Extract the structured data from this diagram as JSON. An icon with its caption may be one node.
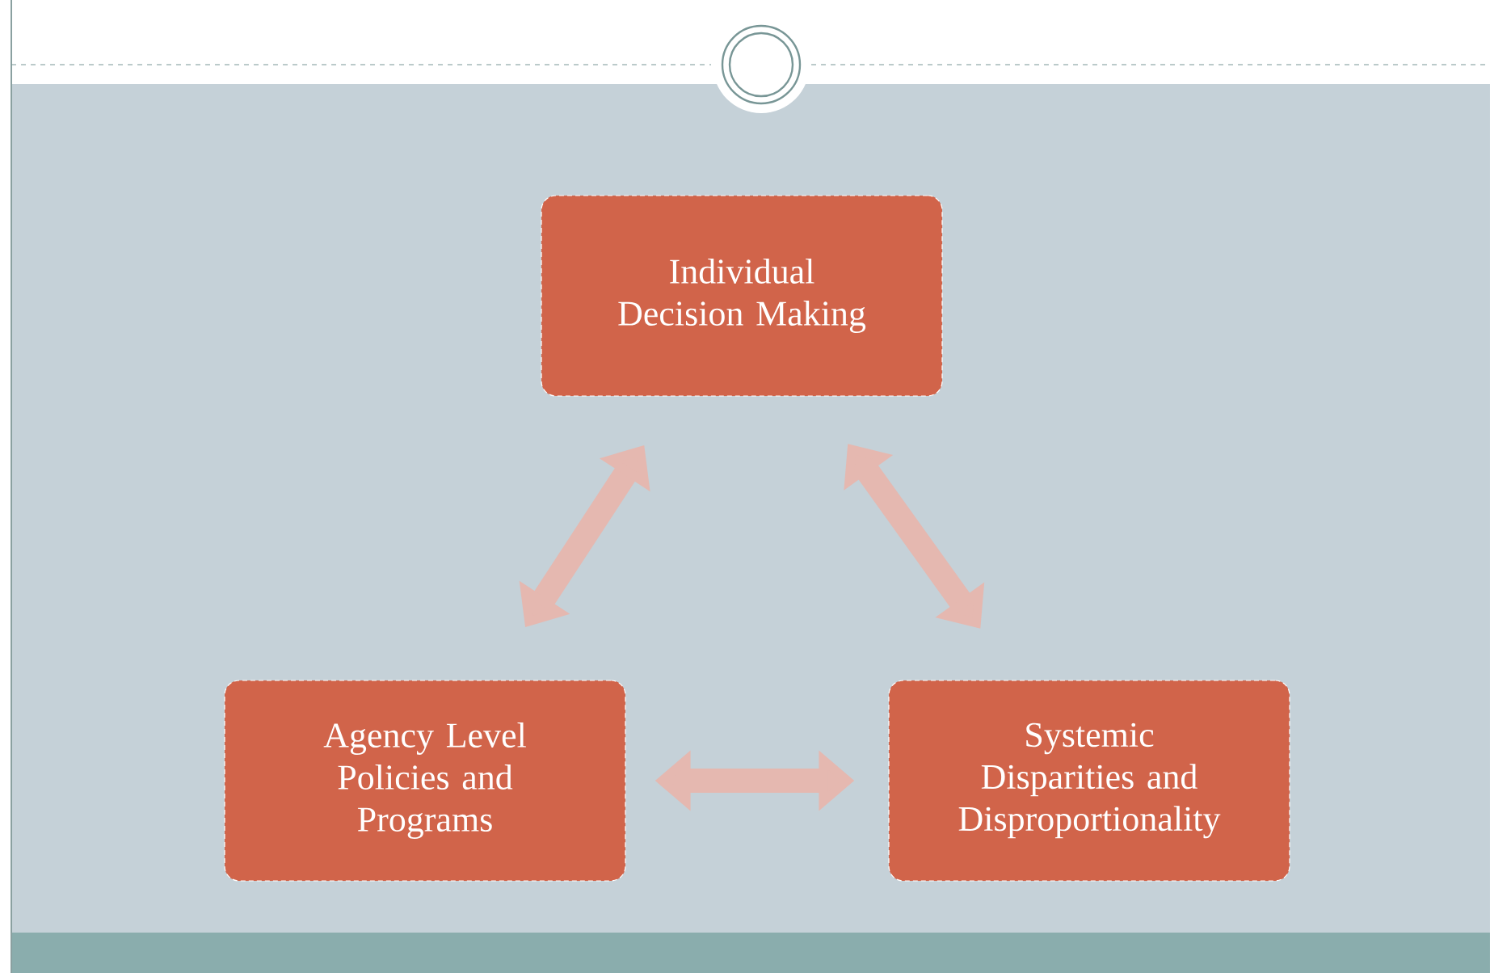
{
  "diagram": {
    "nodes": [
      {
        "text": [
          "Individual Decision Making"
        ]
      },
      {
        "text": [
          "Agency Level Policies and Programs"
        ]
      },
      {
        "text": [
          "Systemic Disparities and Disproportionality"
        ]
      }
    ],
    "edges": [
      {
        "from": 0,
        "to": 1,
        "arrow": "both"
      },
      {
        "from": 0,
        "to": 2,
        "arrow": "both"
      },
      {
        "from": 1,
        "to": 2,
        "arrow": "both"
      }
    ]
  }
}
